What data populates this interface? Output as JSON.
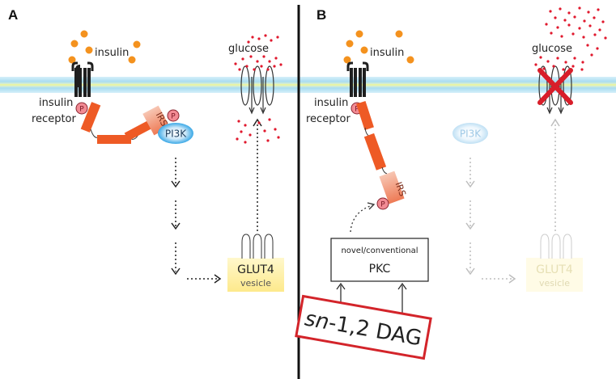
{
  "panels": {
    "a": {
      "letter": "A",
      "insulin": "insulin",
      "receptor_line1": "insulin",
      "receptor_line2": "receptor",
      "phospho": "P",
      "irs": "IRS",
      "pi3k": "PI3K",
      "glucose": "glucose",
      "glut4": "GLUT4",
      "vesicle": "vesicle"
    },
    "b": {
      "letter": "B",
      "insulin": "insulin",
      "receptor_line1": "insulin",
      "receptor_line2": "receptor",
      "phospho": "P",
      "irs": "IRS",
      "pi3k": "PI3K",
      "glucose": "glucose",
      "glut4": "GLUT4",
      "vesicle": "vesicle",
      "pkc_line1": "novel/conventional",
      "pkc_line2": "PKC",
      "dag_prefix": "sn",
      "dag_rest": "-1,2 DAG"
    }
  },
  "colors": {
    "membrane": "#bfe6f5",
    "membrane_core": "#ecf5b8",
    "receptor": "#1f1f1f",
    "substrate": "#ee5a25",
    "irs_fill": "#f4a58a",
    "phospho_fill": "#f28b94",
    "pi3k": "#3aa8e6",
    "insulin_dot": "#f4921e",
    "glucose_dot": "#e0182d",
    "glut4_fill": "#fff3b3",
    "dag_border": "#d3242a",
    "block_x": "#d81e2a",
    "divider": "#111111"
  },
  "icons": {
    "inhibition": "red-x-icon",
    "phosphate": "phosphate-circle-icon"
  }
}
